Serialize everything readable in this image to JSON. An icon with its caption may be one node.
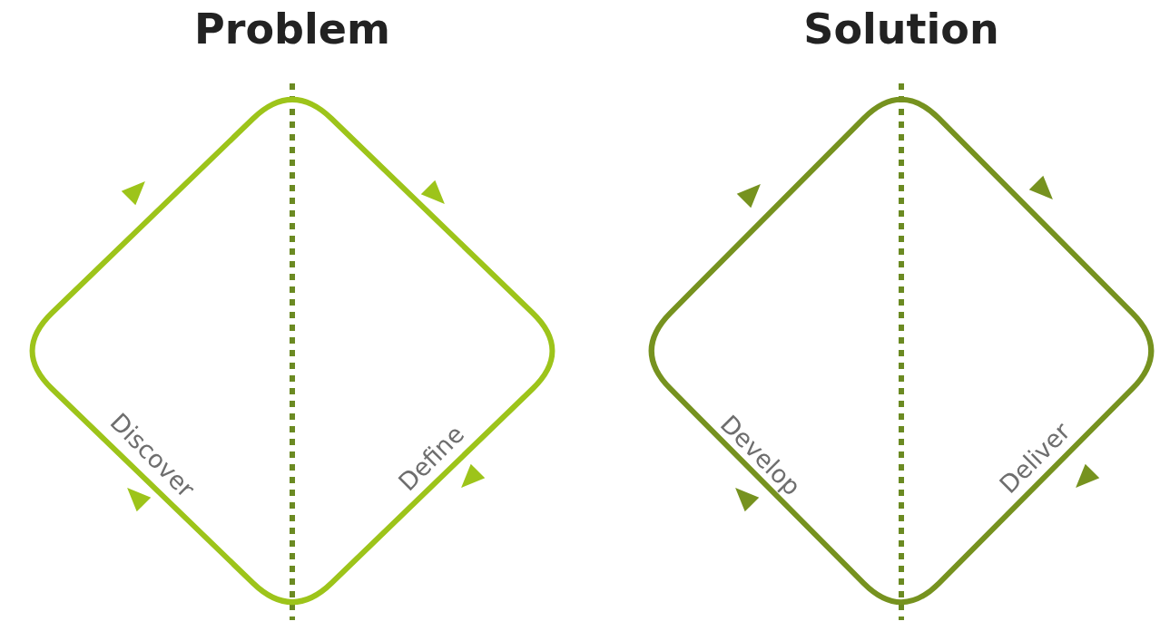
{
  "diagram": {
    "labels": [
      "Problem",
      "Solution",
      "Discover",
      "Define",
      "Develop",
      "Deliver"
    ]
  }
}
